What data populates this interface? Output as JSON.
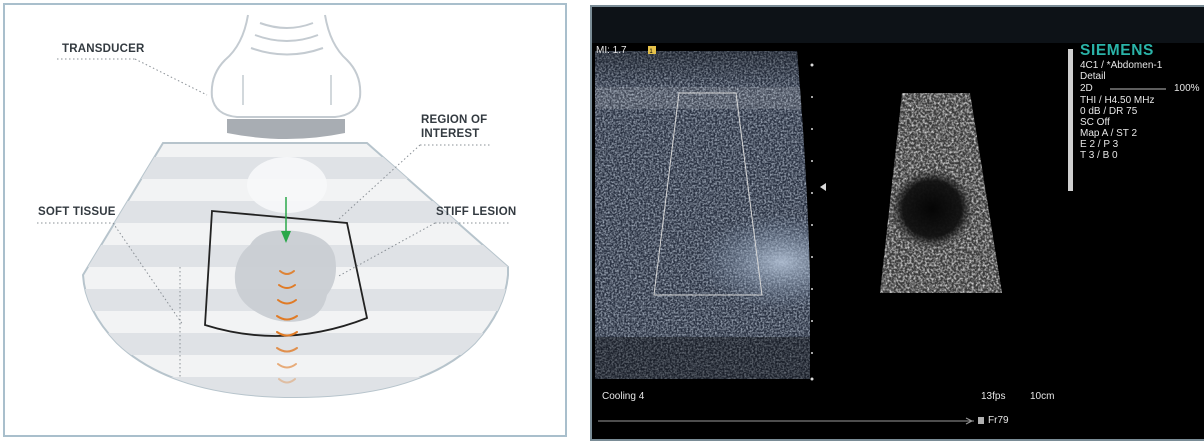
{
  "diagram": {
    "labels": {
      "transducer": "TRANSDUCER",
      "region_line1": "REGION OF",
      "region_line2": "INTEREST",
      "soft_tissue": "SOFT TISSUE",
      "stiff_lesion": "STIFF LESION"
    },
    "colors": {
      "frame": "#a9bfcc",
      "tissue_band_light": "#f2f3f4",
      "tissue_band_dark": "#dde0e4",
      "lesion": "#c7ccd2",
      "push_arrow": "#2aa84a",
      "shear_waves": "#e07b26",
      "transducer_face": "#a8adb3"
    }
  },
  "ultrasound": {
    "mi": "MI: 1.7",
    "brand": "SIEMENS",
    "settings": [
      "4C1 / *Abdomen-1",
      "Detail",
      "THI / H4.50 MHz",
      "0 dB / DR 75",
      "SC Off",
      "Map A / ST 2",
      "E 2 / P 3",
      "T 3 / B 0"
    ],
    "gain_label": "2D",
    "gain_value": "100%",
    "status_left": "Cooling 4",
    "fps": "13fps",
    "depth": "10cm",
    "frame": "Fr79",
    "colors": {
      "brand": "#2ab3a8",
      "background": "#000000"
    }
  }
}
